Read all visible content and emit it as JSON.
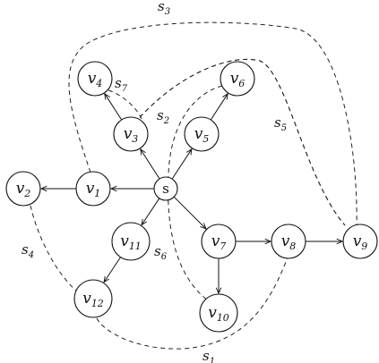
{
  "nodes": [
    {
      "id": "s",
      "main": "s",
      "sub": ""
    },
    {
      "id": "v1",
      "main": "v",
      "sub": "1"
    },
    {
      "id": "v2",
      "main": "v",
      "sub": "2"
    },
    {
      "id": "v3",
      "main": "v",
      "sub": "3"
    },
    {
      "id": "v4",
      "main": "v",
      "sub": "4"
    },
    {
      "id": "v5",
      "main": "v",
      "sub": "5"
    },
    {
      "id": "v6",
      "main": "v",
      "sub": "6"
    },
    {
      "id": "v7",
      "main": "v",
      "sub": "7"
    },
    {
      "id": "v8",
      "main": "v",
      "sub": "8"
    },
    {
      "id": "v9",
      "main": "v",
      "sub": "9"
    },
    {
      "id": "v10",
      "main": "v",
      "sub": "10"
    },
    {
      "id": "v11",
      "main": "v",
      "sub": "11"
    },
    {
      "id": "v12",
      "main": "v",
      "sub": "12"
    }
  ],
  "edges": [
    [
      "s",
      "v1"
    ],
    [
      "v1",
      "v2"
    ],
    [
      "s",
      "v3"
    ],
    [
      "v3",
      "v4"
    ],
    [
      "s",
      "v5"
    ],
    [
      "v5",
      "v6"
    ],
    [
      "s",
      "v7"
    ],
    [
      "v7",
      "v8"
    ],
    [
      "v8",
      "v9"
    ],
    [
      "v7",
      "v10"
    ],
    [
      "s",
      "v11"
    ],
    [
      "v11",
      "v12"
    ]
  ],
  "paths": [
    {
      "id": "s1",
      "main": "s",
      "sub": "1"
    },
    {
      "id": "s2",
      "main": "s",
      "sub": "2"
    },
    {
      "id": "s3",
      "main": "s",
      "sub": "3"
    },
    {
      "id": "s4",
      "main": "s",
      "sub": "4"
    },
    {
      "id": "s5",
      "main": "s",
      "sub": "5"
    },
    {
      "id": "s6",
      "main": "s",
      "sub": "6"
    },
    {
      "id": "s7",
      "main": "s",
      "sub": "7"
    }
  ]
}
